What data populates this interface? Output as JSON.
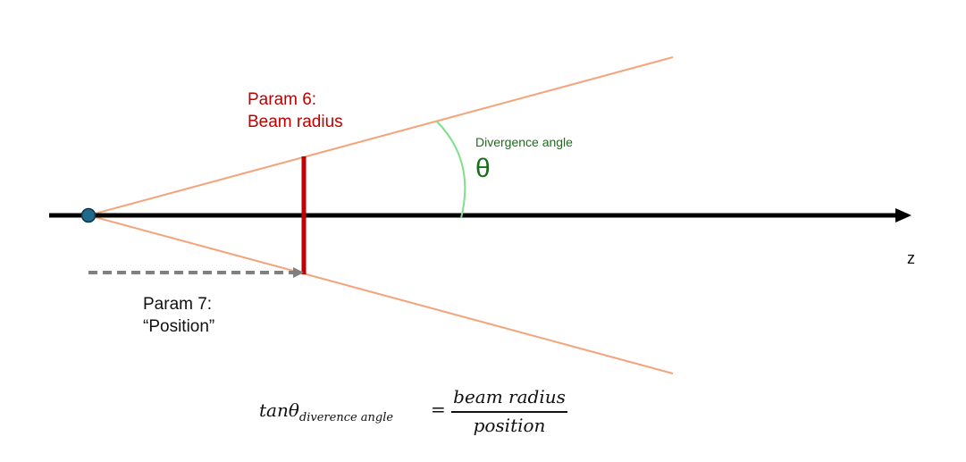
{
  "labels": {
    "param6_line1": "Param 6:",
    "param6_line2": "Beam radius",
    "param7_line1": "Param 7:",
    "param7_line2": "“Position”",
    "divergence": "Divergence angle",
    "theta": "θ",
    "axis": "z"
  },
  "formula": {
    "lhs": "tanθ",
    "subscript": "diverence angle",
    "equals": "=",
    "numerator": "beam radius",
    "denominator": "position"
  },
  "colors": {
    "axis": "#000000",
    "cone": "#f4a47c",
    "radius": "#c00000",
    "position_arrow": "#808080",
    "source": "#1f6a8a",
    "angle_arc": "#7ee08a",
    "label_red": "#c00000",
    "label_green": "#1e6b1e"
  }
}
